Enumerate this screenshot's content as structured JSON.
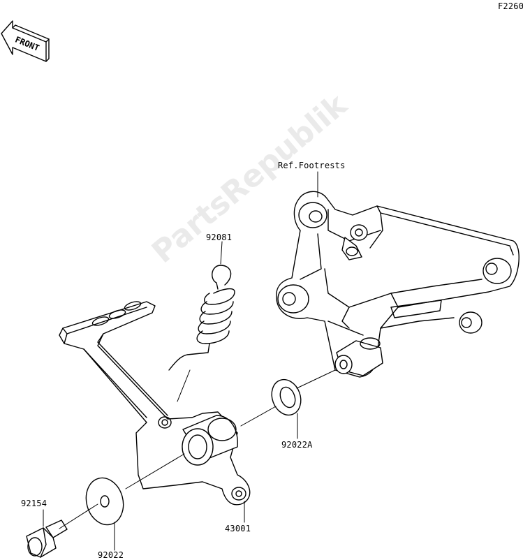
{
  "figure_code": "F2260",
  "front_arrow_label": "FRONT",
  "watermark": "PartsRepublik",
  "labels": {
    "ref_footrests": "Ref.Footrests",
    "spring": "92081",
    "washer_a": "92022A",
    "pedal": "43001",
    "bolt": "92154",
    "washer": "92022"
  }
}
